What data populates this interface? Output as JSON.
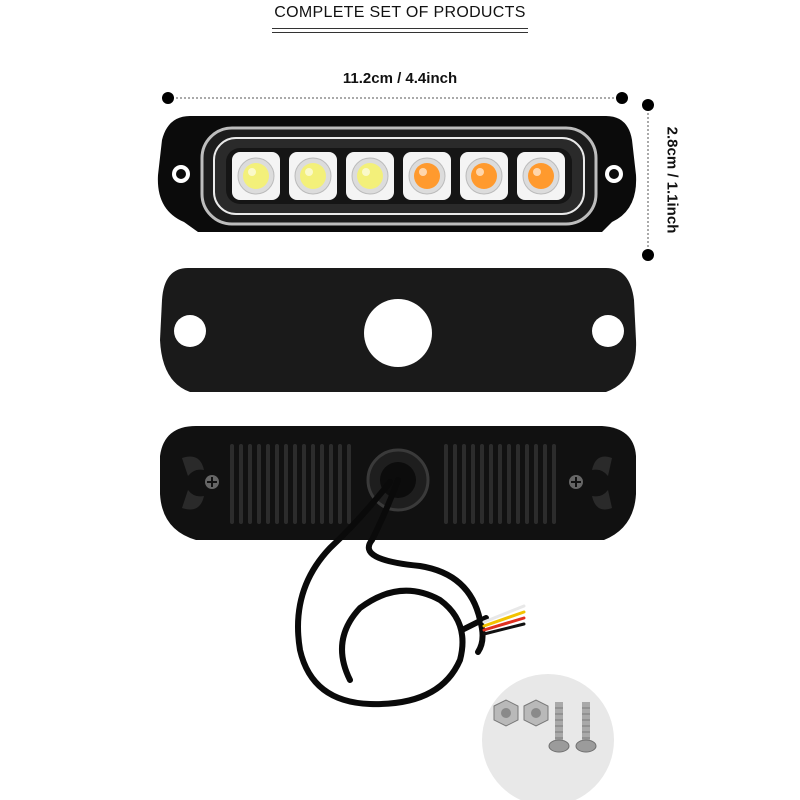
{
  "header": {
    "title": "COMPLETE SET OF PRODUCTS"
  },
  "dimensions": {
    "width_label": "11.2cm / 4.4inch",
    "height_label": "2.8cm / 1.1inch"
  },
  "leds": {
    "colors": [
      "#f3f07a",
      "#f3f07a",
      "#f3f07a",
      "#ff9a2e",
      "#ff9a2e",
      "#ff9a2e"
    ]
  },
  "wires": {
    "colors": [
      "#e8e8e8",
      "#f2c200",
      "#e03020",
      "#111111"
    ]
  }
}
